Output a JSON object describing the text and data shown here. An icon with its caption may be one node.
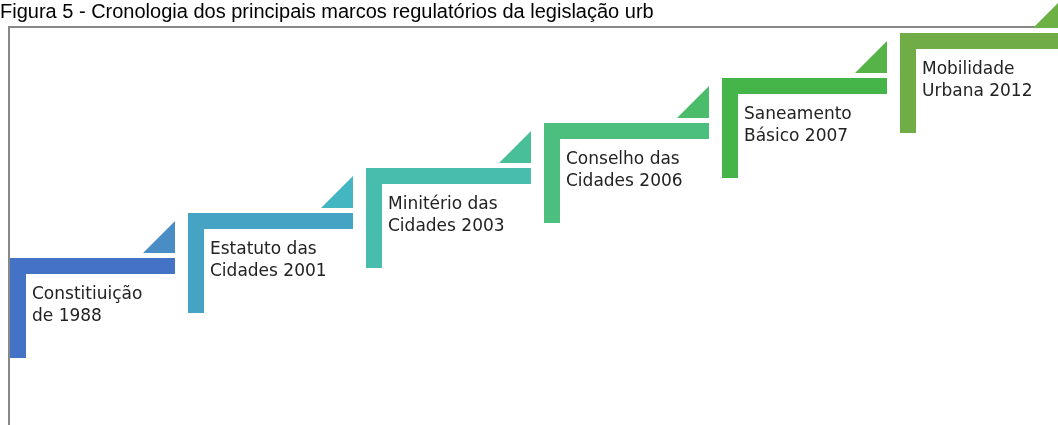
{
  "diagram": {
    "title": "Figura 5 - Cronologia dos principais marcos regulatórios da legislação urb",
    "nodes": [
      {
        "text": [
          "Constitiuição de 1988"
        ]
      },
      {
        "text": [
          "Estatuto das Cidades 2001"
        ]
      },
      {
        "text": [
          "Minitério das Cidades 2003"
        ]
      },
      {
        "text": [
          "Conselho das Cidades 2006"
        ]
      },
      {
        "text": [
          "Saneamento Básico 2007"
        ]
      },
      {
        "text": [
          "Mobilidade Urbana 2012"
        ]
      }
    ]
  }
}
